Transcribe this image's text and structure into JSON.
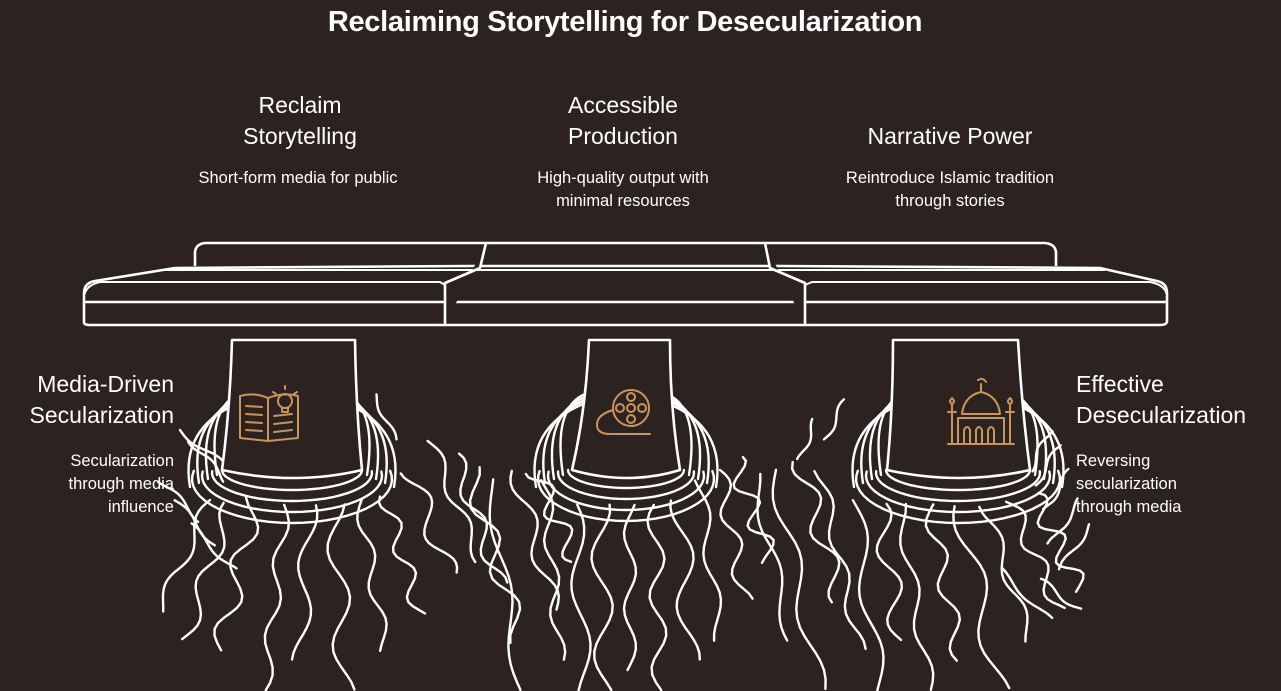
{
  "title": "Reclaiming Storytelling for Desecularization",
  "pillars": [
    {
      "heading": "Reclaim Storytelling",
      "description": "Short-form media for public",
      "icon": "book-lightbulb-icon"
    },
    {
      "heading": "Accessible Production",
      "description": "High-quality output with minimal resources",
      "icon": "film-reel-icon"
    },
    {
      "heading": "Narrative Power",
      "description": "Reintroduce Islamic tradition through stories",
      "icon": "mosque-icon"
    }
  ],
  "left_side": {
    "heading": "Media-Driven Secularization",
    "description": "Secularization through media influence"
  },
  "right_side": {
    "heading": "Effective Desecularization",
    "description": "Reversing secularization through media"
  },
  "colors": {
    "background": "#2c2220",
    "line": "#ffffff",
    "icon": "#c9955c"
  }
}
